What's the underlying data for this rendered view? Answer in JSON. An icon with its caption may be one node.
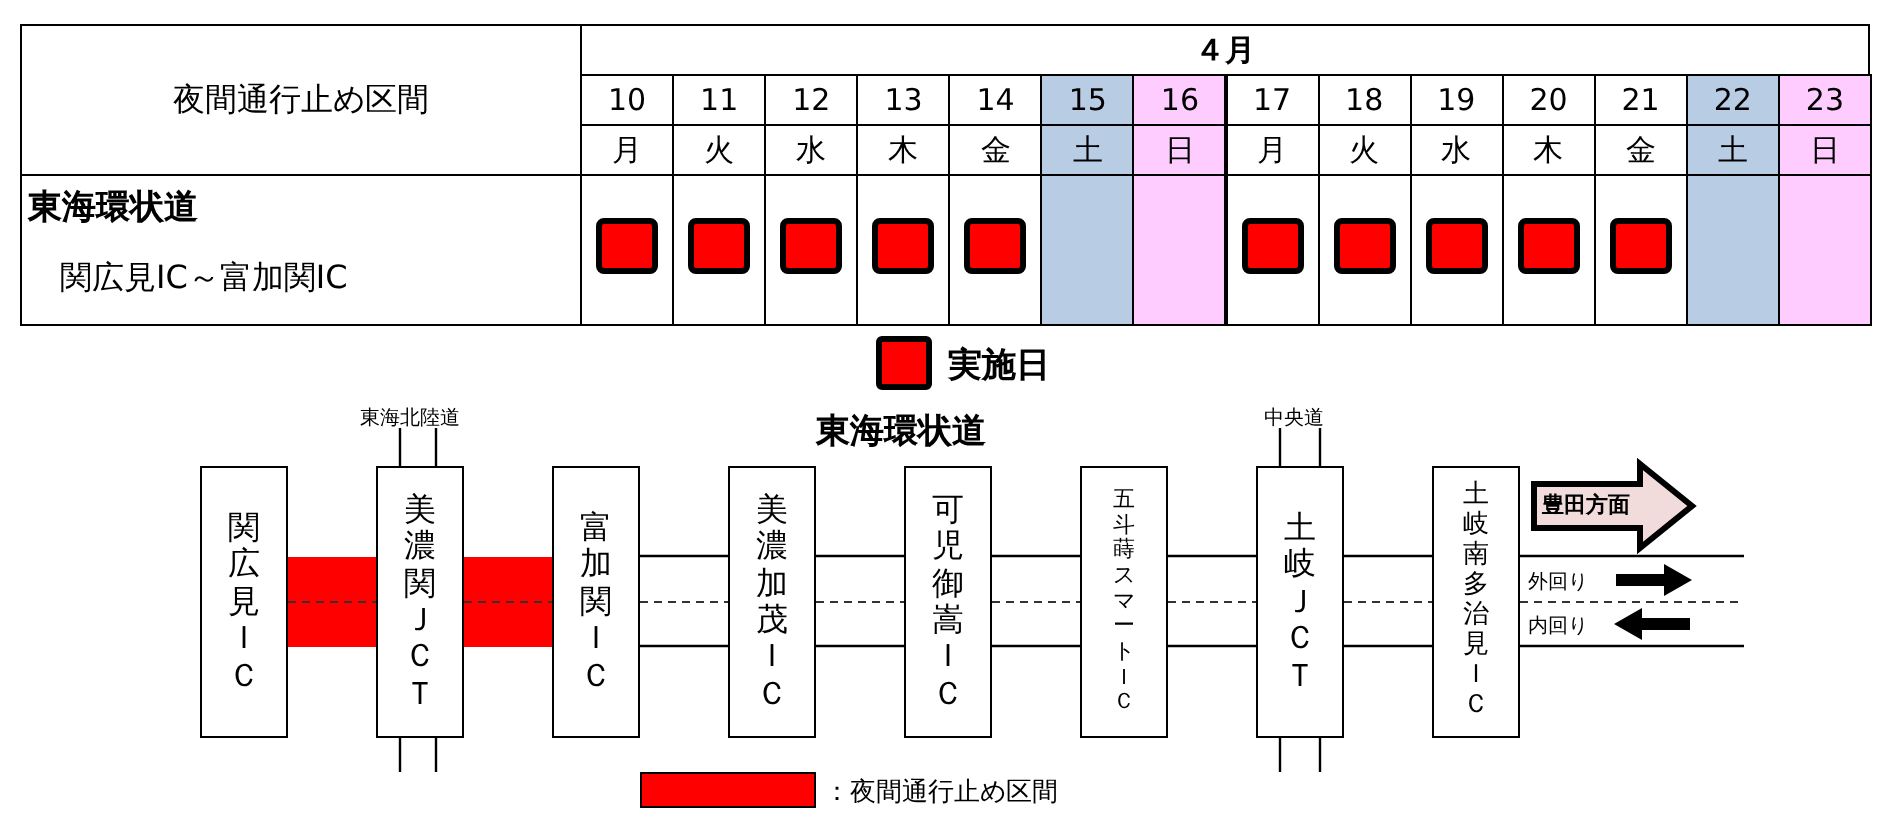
{
  "diagram": {
    "nodes": [
      {
        "text": [],
        "shape": "box"
      },
      {
        "text": [],
        "shape": "box"
      },
      {
        "text": [],
        "shape": "box"
      },
      {
        "text": [],
        "shape": "box"
      },
      {
        "text": [],
        "shape": "box"
      },
      {
        "text": [],
        "shape": "box"
      },
      {
        "text": [],
        "shape": "box"
      },
      {
        "text": [],
        "shape": "box"
      },
      {
        "text": [],
        "shape": "box"
      },
      {
        "text": [],
        "shape": "box"
      },
      {
        "text": [
          "関広見ＩＣ"
        ]
      },
      {
        "text": [
          "美濃関ＪＣＴ"
        ]
      },
      {
        "text": [
          "富加関ＩＣ"
        ]
      },
      {
        "text": [
          "美濃加茂ＩＣ"
        ]
      },
      {
        "text": [
          "可児御嵩ＩＣ"
        ]
      },
      {
        "text": [
          "五斗蒔スマートＩＣ"
        ]
      },
      {
        "text": [
          "土岐ＪＣＴ"
        ]
      },
      {
        "text": [
          "土岐南多治見ＩＣ"
        ]
      }
    ],
    "edges": [
      {
        "from": 10,
        "to": 11,
        "arrow": "none",
        "style": "thick",
        "color": "#ff0000"
      },
      {
        "from": 11,
        "to": 12,
        "arrow": "none",
        "style": "thick",
        "color": "#ff0000"
      },
      {
        "from": 12,
        "to": 13,
        "arrow": "none"
      },
      {
        "from": 13,
        "to": 14,
        "arrow": "none"
      },
      {
        "from": 14,
        "to": 15,
        "arrow": "none"
      },
      {
        "from": 15,
        "to": 16,
        "arrow": "none"
      },
      {
        "from": 16,
        "to": 17,
        "arrow": "none"
      },
      {
        "from": 17,
        "to": null,
        "arrow": "none"
      }
    ],
    "labels": [
      "夜間通行止め区間",
      "４月",
      "10",
      "11",
      "12",
      "13",
      "14",
      "15",
      "16",
      "17",
      "18",
      "19",
      "20",
      "21",
      "22",
      "23",
      "月",
      "火",
      "水",
      "木",
      "金",
      "土",
      "日",
      "月",
      "火",
      "水",
      "木",
      "金",
      "土",
      "日",
      "東海環状道",
      "関広見IC～富加関IC",
      "東海北陸道",
      "中央道",
      "東海環状道",
      "豊田方面",
      "外回り",
      "内回り"
    ],
    "legend": [
      {
        "text": "実施日",
        "color": "#ff0000"
      },
      {
        "text": "：夜間通行止め区間",
        "color": "#ff0000"
      }
    ]
  }
}
